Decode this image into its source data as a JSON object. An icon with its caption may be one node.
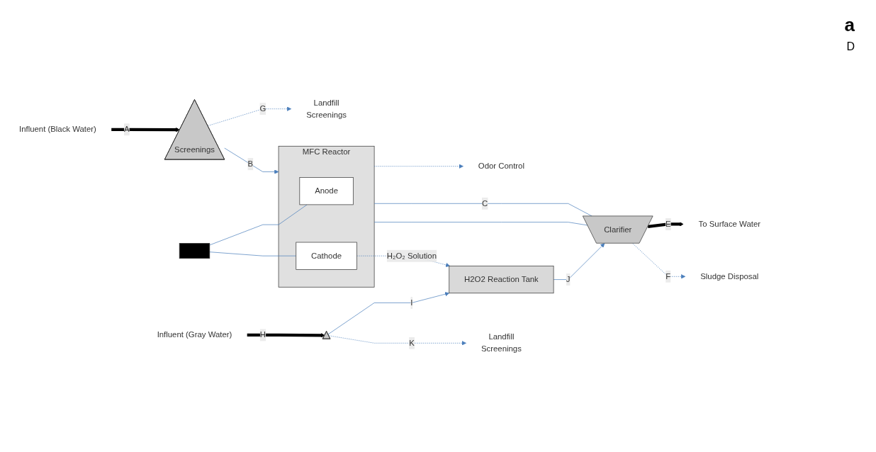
{
  "diagram": {
    "nodes": [
      {
        "text": [
          "Influent (Black Water)"
        ]
      },
      {
        "text": [
          "Screenings"
        ]
      },
      {
        "text": [
          "Odor Control"
        ]
      },
      {
        "text": [
          "MFC Reactor"
        ]
      },
      {
        "text": [
          "Anode"
        ],
        "in": 3
      },
      {
        "text": [
          "Cathode"
        ],
        "in": 3
      },
      {
        "text": [],
        "shape": "box"
      },
      {
        "text": [
          "Clarifier"
        ]
      },
      {
        "text": [
          "To Surface Water"
        ]
      },
      {
        "text": [
          "Sludge Disposal"
        ]
      },
      {
        "text": [
          "Landfill"
        ],
        "beside": [
          "Screenings"
        ]
      },
      {
        "text": [
          "Influent (Gray Water)"
        ]
      },
      {
        "text": [],
        "shape": "triangle"
      },
      {
        "text": [
          "H2O2 Reaction Tank"
        ]
      },
      {
        "text": [
          "Landfill"
        ],
        "beside": [
          "Screenings"
        ]
      }
    ],
    "edges": [
      {
        "from": 0,
        "to": 1,
        "arrow": "to",
        "label": "A",
        "style": "thick",
        "color": "#000000"
      },
      {
        "from": 1,
        "to": 3,
        "arrow": "to",
        "label": "B"
      },
      {
        "from": 3,
        "to": 2,
        "arrow": "to",
        "style": "dashed"
      },
      {
        "from": 3,
        "to": 7,
        "arrow": "none",
        "label": "C"
      },
      {
        "from": 13,
        "to": 7,
        "arrow": "to",
        "label": "J"
      },
      {
        "from": 3,
        "to": 7,
        "arrow": "none"
      },
      {
        "from": 7,
        "to": 8,
        "arrow": "to",
        "label": "E",
        "style": "thick",
        "color": "#000000"
      },
      {
        "from": 7,
        "to": 9,
        "arrow": "to",
        "label": "F",
        "style": "dashed"
      },
      {
        "from": 1,
        "to": 10,
        "arrow": "to",
        "label": "G",
        "style": "dashed"
      },
      {
        "from": 5,
        "to": 13,
        "arrow": "to",
        "label": "H₂O₂ Solution",
        "style": "dashed"
      },
      {
        "from": 11,
        "to": 12,
        "arrow": "to",
        "label": "H",
        "style": "thick",
        "color": "#000000"
      },
      {
        "from": 12,
        "to": 13,
        "arrow": "to",
        "label": "I"
      },
      {
        "from": 12,
        "to": 14,
        "arrow": "to",
        "label": "K",
        "style": "dashed"
      },
      {
        "from": 6,
        "to": 4,
        "arrow": "none"
      },
      {
        "from": 6,
        "to": 5,
        "arrow": "none"
      }
    ],
    "labels": [
      "a",
      "D"
    ]
  }
}
